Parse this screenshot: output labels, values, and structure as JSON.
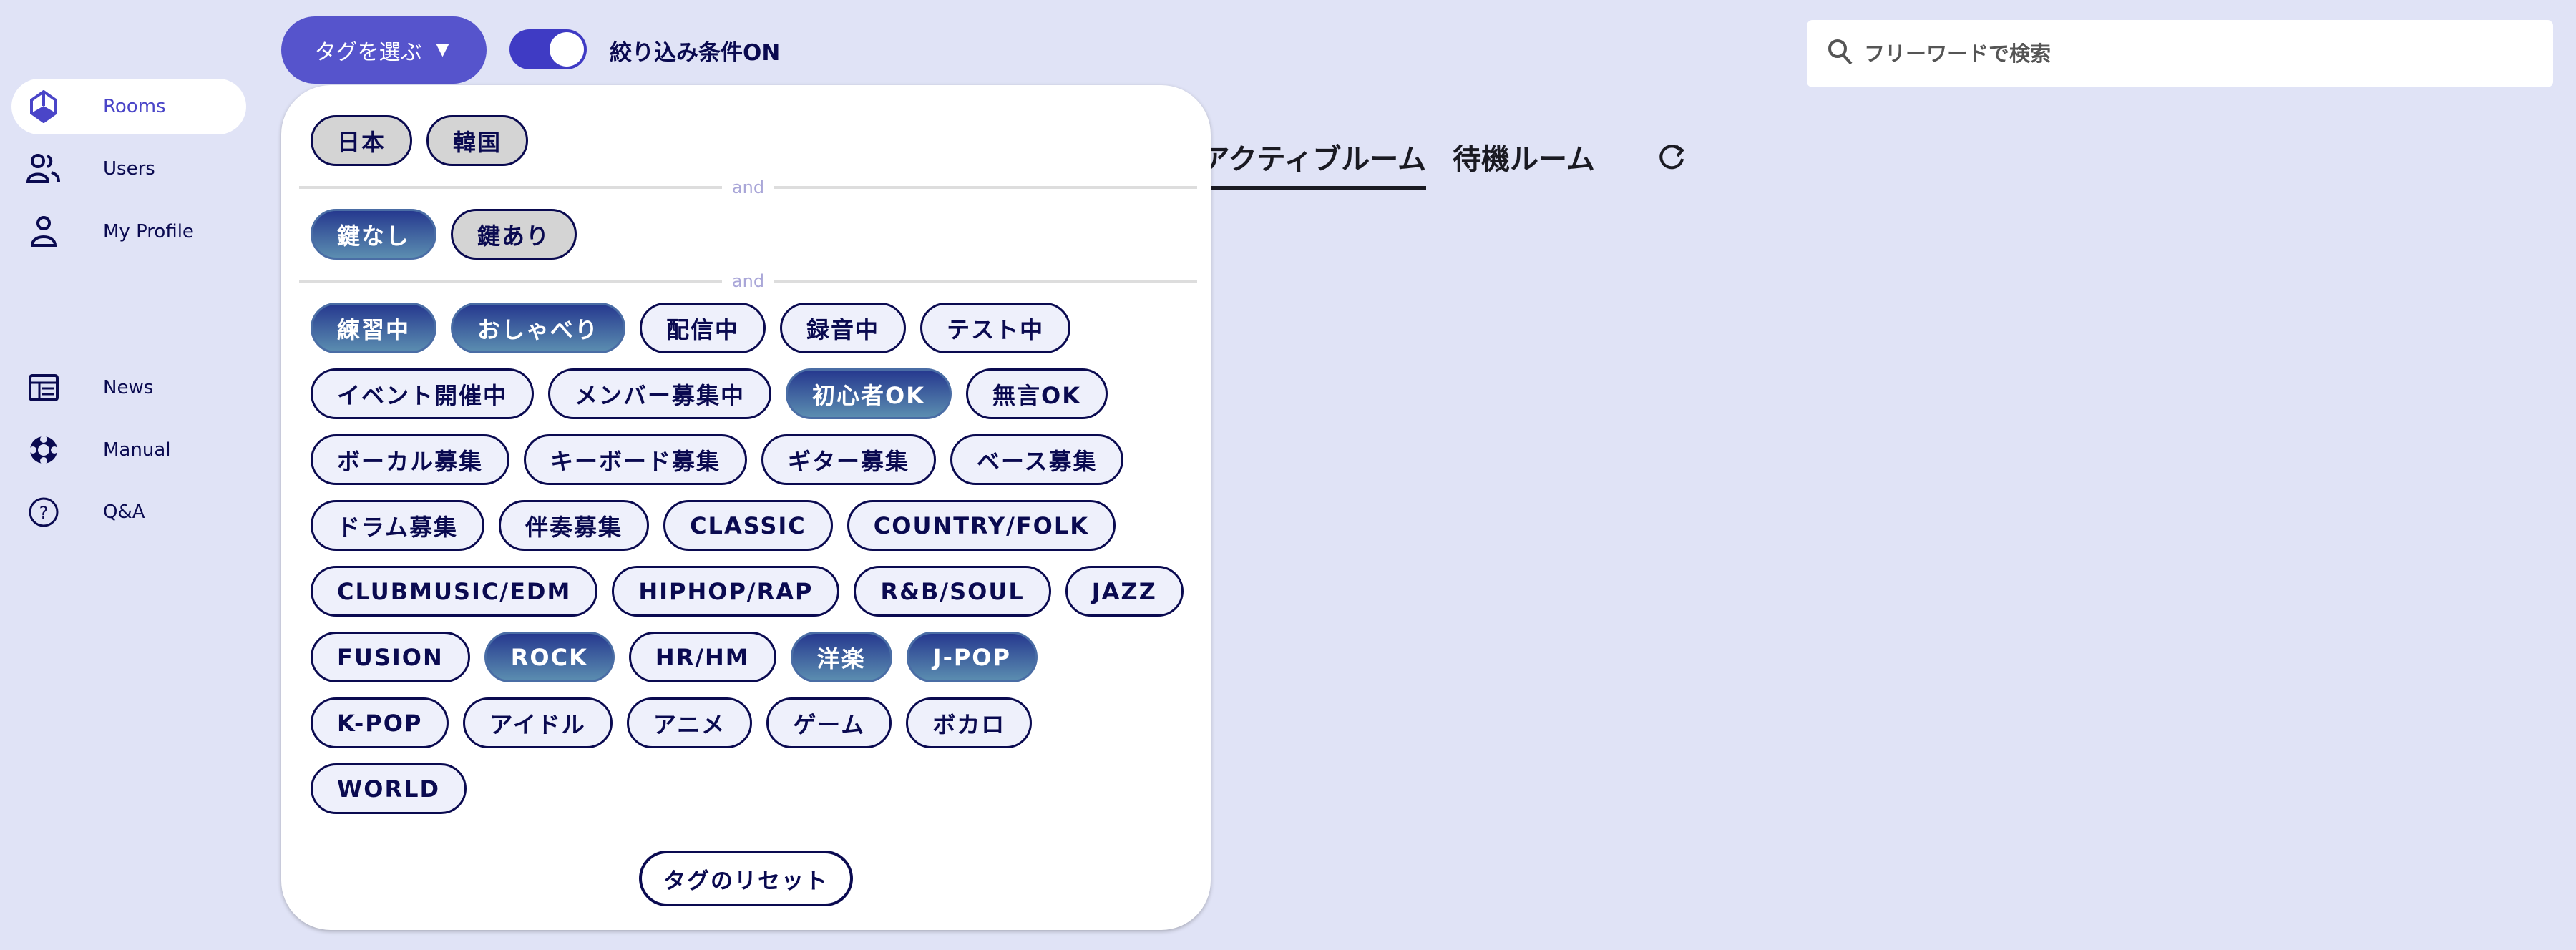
{
  "sidebar": {
    "items": [
      {
        "label": "Rooms",
        "icon": "cube-icon",
        "active": true
      },
      {
        "label": "Users",
        "icon": "users-icon"
      },
      {
        "label": "My Profile",
        "icon": "user-icon"
      },
      {
        "label": "News",
        "icon": "newspaper-icon"
      },
      {
        "label": "Manual",
        "icon": "lifebuoy-icon"
      },
      {
        "label": "Q&A",
        "icon": "question-circle-icon"
      }
    ]
  },
  "header": {
    "tag_button": "タグを選ぶ",
    "tag_button_arrow": "▼",
    "toggle_label": "絞り込み条件ON",
    "toggle_on": true,
    "search_placeholder": "フリーワードで検索"
  },
  "tabs": {
    "active": "アクティブルーム",
    "waiting": "待機ルーム"
  },
  "tag_panel": {
    "divider_label": "and",
    "groups": [
      [
        {
          "label": "日本",
          "selected": false
        },
        {
          "label": "韓国",
          "selected": false
        }
      ],
      [
        {
          "label": "鍵なし",
          "selected": true
        },
        {
          "label": "鍵あり",
          "selected": false
        }
      ],
      [
        {
          "label": "練習中",
          "selected": true
        },
        {
          "label": "おしゃべり",
          "selected": true
        },
        {
          "label": "配信中"
        },
        {
          "label": "録音中"
        },
        {
          "label": "テスト中"
        },
        {
          "label": "イベント開催中"
        },
        {
          "label": "メンバー募集中"
        },
        {
          "label": "初心者OK",
          "selected": true
        },
        {
          "label": "無言OK"
        },
        {
          "label": "ボーカル募集"
        },
        {
          "label": "キーボード募集"
        },
        {
          "label": "ギター募集"
        },
        {
          "label": "ベース募集"
        },
        {
          "label": "ドラム募集"
        },
        {
          "label": "伴奏募集"
        },
        {
          "label": "CLASSIC"
        },
        {
          "label": "COUNTRY/FOLK"
        },
        {
          "label": "CLUBMUSIC/EDM"
        },
        {
          "label": "HIPHOP/RAP"
        },
        {
          "label": "R&B/SOUL"
        },
        {
          "label": "JAZZ"
        },
        {
          "label": "FUSION"
        },
        {
          "label": "ROCK",
          "selected": true
        },
        {
          "label": "HR/HM"
        },
        {
          "label": "洋楽",
          "selected": true
        },
        {
          "label": "J-POP",
          "selected": true
        },
        {
          "label": "K-POP"
        },
        {
          "label": "アイドル"
        },
        {
          "label": "アニメ"
        },
        {
          "label": "ゲーム"
        },
        {
          "label": "ボカロ"
        },
        {
          "label": "WORLD"
        }
      ]
    ],
    "reset_label": "タグのリセット"
  },
  "colors": {
    "accent": "#5654cc",
    "background": "#e0e3f6",
    "selected_tag_top": "#26398f",
    "selected_tag_bottom": "#5b8db0",
    "text": "#0a0a50"
  }
}
